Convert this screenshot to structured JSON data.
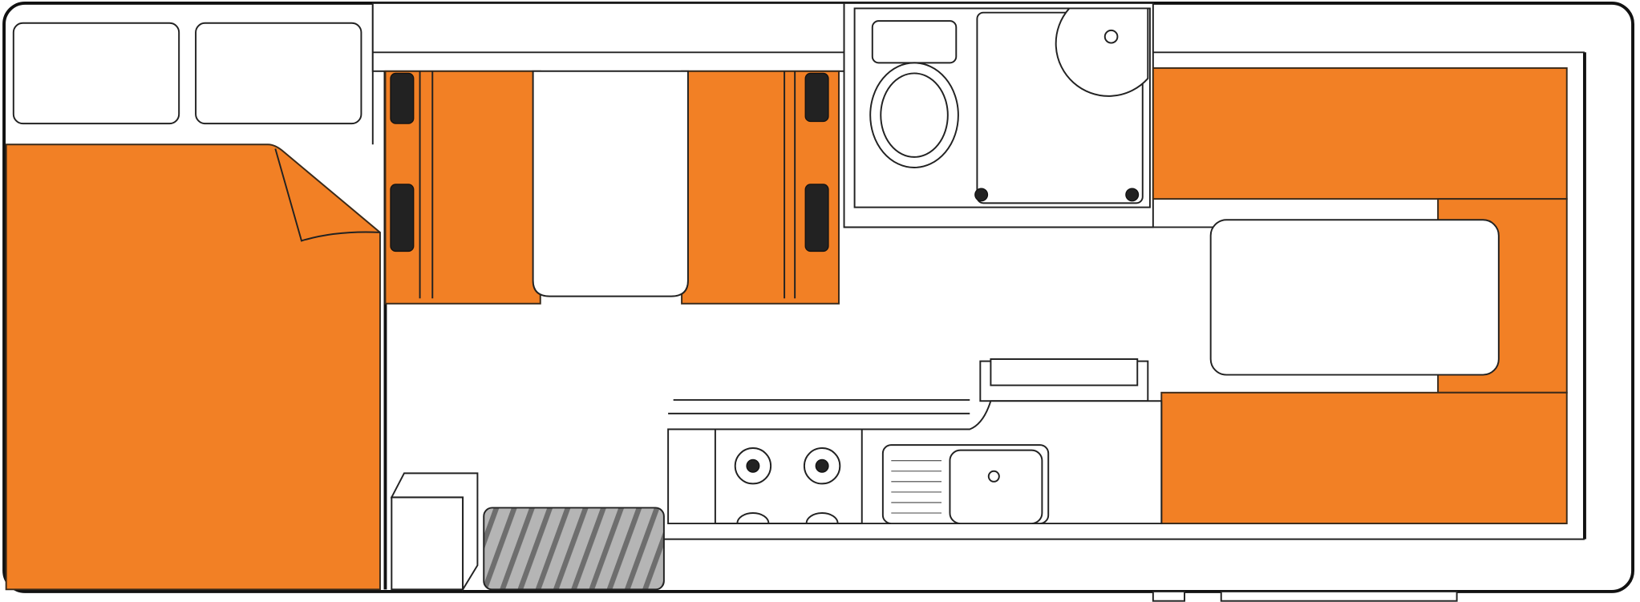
{
  "floorplan": {
    "colors": {
      "upholstery": "#F28025",
      "outline": "#1A1A1A",
      "floor": "#FFFFFF",
      "cushion": "#222222",
      "mat": "#A6A6A6"
    },
    "areas": [
      "double-bed",
      "dinette-seat-left",
      "dinette-table",
      "dinette-seat-right",
      "bathroom",
      "toilet",
      "shower",
      "rear-lounge",
      "rear-table",
      "kitchen-counter",
      "stove",
      "sink",
      "fridge",
      "entry-mat",
      "storage-cabinet"
    ]
  }
}
